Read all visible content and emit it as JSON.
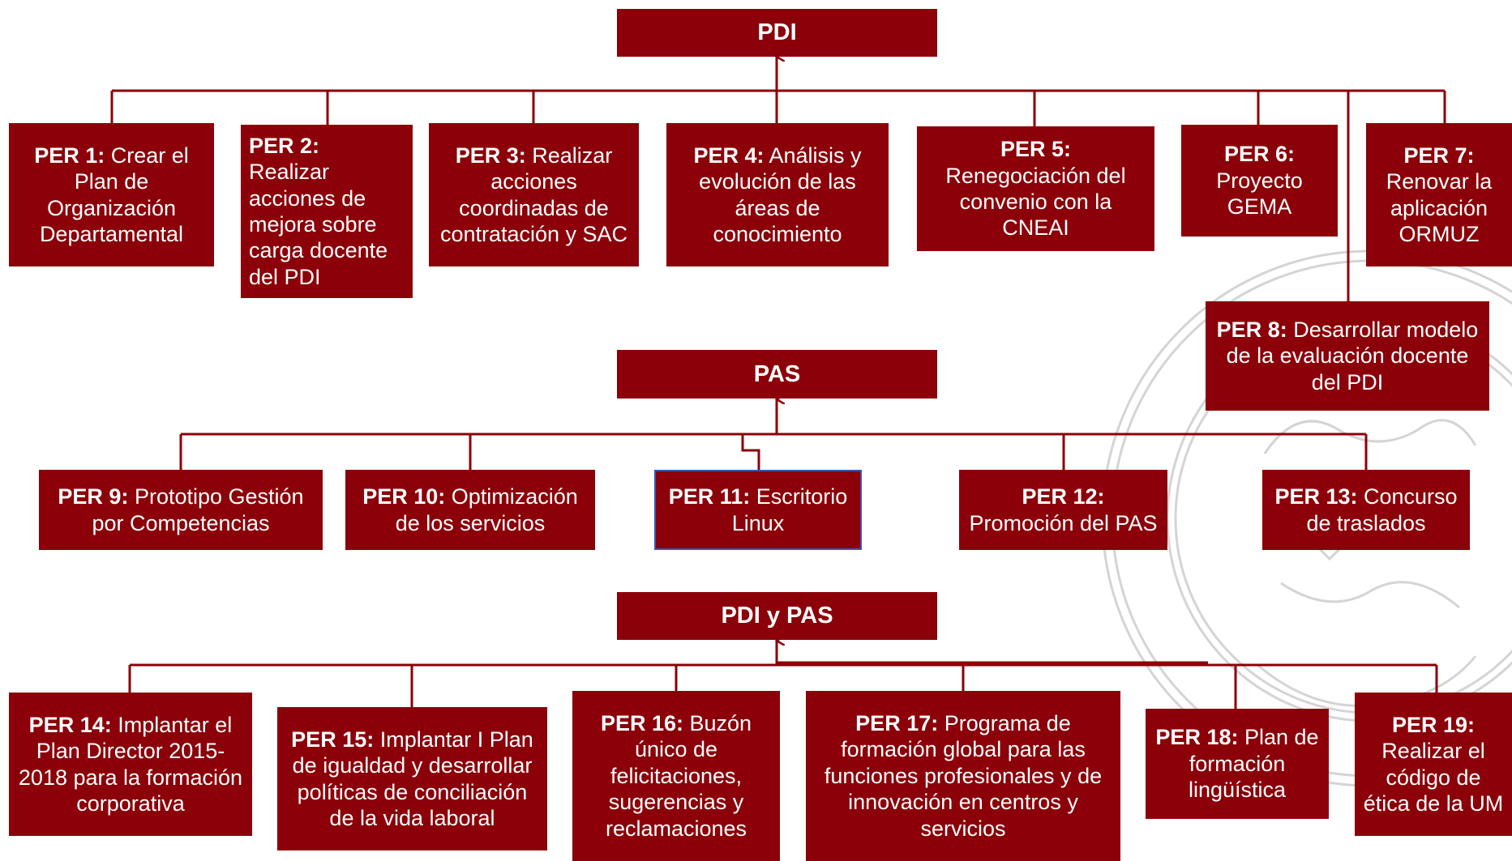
{
  "colors": {
    "box_fill": "#8b0009",
    "box_text": "#ffffff",
    "line": "#8b0009",
    "highlight_border": "#3b56b0",
    "background": "#ffffff",
    "watermark": "#cfcfcf"
  },
  "groups": {
    "pdi": "PDI",
    "pas": "PAS",
    "pdi_pas": "PDI y PAS"
  },
  "per": [
    {
      "code": "PER 1:",
      "text": "Crear el Plan de Organización Departamental"
    },
    {
      "code": "PER 2:",
      "text": "Realizar acciones de mejora sobre carga docente del PDI"
    },
    {
      "code": "PER 3:",
      "text": "Realizar acciones coordinadas de contratación y SAC"
    },
    {
      "code": "PER 4:",
      "text": "Análisis y evolución de las áreas de conocimiento"
    },
    {
      "code": "PER 5:",
      "text": "Renegociación del convenio con la CNEAI"
    },
    {
      "code": "PER 6:",
      "text": "Proyecto GEMA"
    },
    {
      "code": "PER 7:",
      "text": "Renovar la aplicación ORMUZ"
    },
    {
      "code": "PER 8:",
      "text": "Desarrollar modelo de la evaluación docente del PDI"
    },
    {
      "code": "PER 9:",
      "text": "Prototipo Gestión por Competencias"
    },
    {
      "code": "PER 10:",
      "text": "Optimización de los servicios"
    },
    {
      "code": "PER 11:",
      "text": "Escritorio Linux"
    },
    {
      "code": "PER 12:",
      "text": "Promoción del PAS"
    },
    {
      "code": "PER 13:",
      "text": "Concurso de traslados"
    },
    {
      "code": "PER 14:",
      "text": "Implantar el Plan Director 2015-2018 para la formación corporativa"
    },
    {
      "code": "PER 15:",
      "text": "Implantar I Plan de igualdad y desarrollar políticas de conciliación de la vida laboral"
    },
    {
      "code": "PER 16:",
      "text": "Buzón único de felicitaciones, sugerencias y reclamaciones"
    },
    {
      "code": "PER 17:",
      "text": "Programa de formación global para las funciones profesionales y de innovación en centros y servicios"
    },
    {
      "code": "PER 18:",
      "text": "Plan de formación lingüística"
    },
    {
      "code": "PER 19:",
      "text": "Realizar el código de ética de la UM"
    }
  ]
}
